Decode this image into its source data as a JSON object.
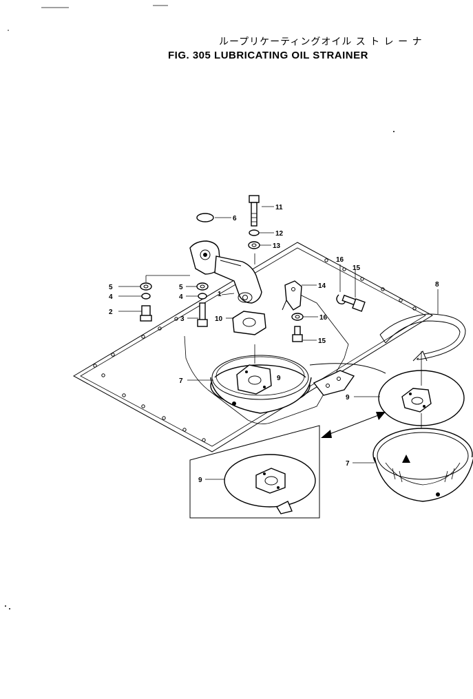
{
  "header": {
    "title_jp": "ループリケーティングオイル ス ト レ ー ナ",
    "title_en": "FIG. 305  LUBRICATING OIL STRAINER"
  },
  "callouts": {
    "c1": "1",
    "c2": "2",
    "c3": "3",
    "c4a": "4",
    "c4b": "4",
    "c5a": "5",
    "c5b": "5",
    "c6": "6",
    "c7a": "7",
    "c7b": "7",
    "c8": "8",
    "c9a": "9",
    "c9b": "9",
    "c9c": "9",
    "c10": "10",
    "c11": "11",
    "c12": "12",
    "c13": "13",
    "c14": "14",
    "c15a": "15",
    "c15b": "15",
    "c16a": "16",
    "c16b": "16"
  }
}
